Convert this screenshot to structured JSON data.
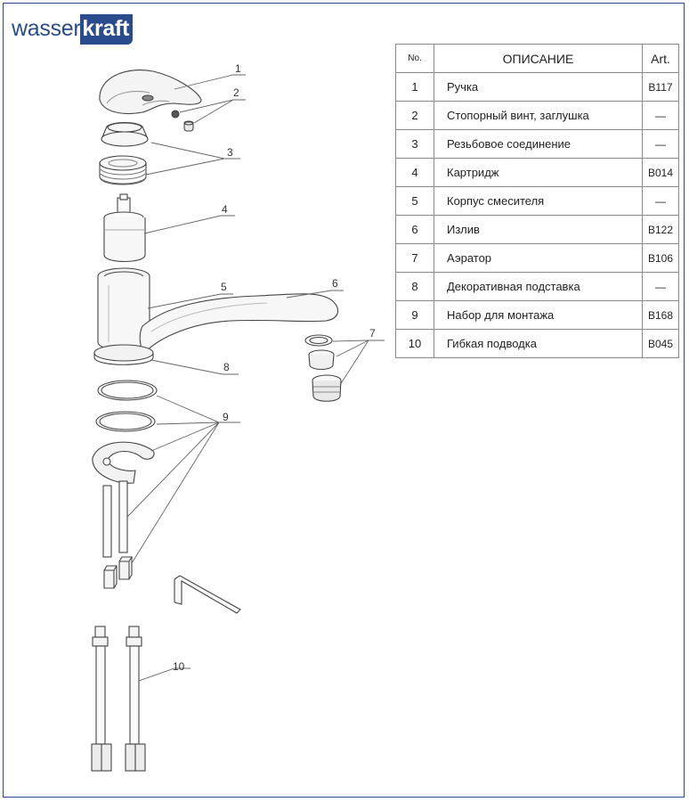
{
  "brand": {
    "part1": "wasser",
    "part2": "kraft"
  },
  "table": {
    "headers": {
      "no": "No.",
      "description": "ОПИСАНИЕ",
      "art": "Art."
    },
    "rows": [
      {
        "no": "1",
        "description": "Ручка",
        "art": "B117"
      },
      {
        "no": "2",
        "description": "Стопорный винт, заглушка",
        "art": "—"
      },
      {
        "no": "3",
        "description": "Резьбовое соединение",
        "art": "—"
      },
      {
        "no": "4",
        "description": "Картридж",
        "art": "B014"
      },
      {
        "no": "5",
        "description": "Корпус смесителя",
        "art": "—"
      },
      {
        "no": "6",
        "description": "Излив",
        "art": "B122"
      },
      {
        "no": "7",
        "description": "Аэратор",
        "art": "B106"
      },
      {
        "no": "8",
        "description": "Декоративная подставка",
        "art": "—"
      },
      {
        "no": "9",
        "description": "Набор для монтажа",
        "art": "B168"
      },
      {
        "no": "10",
        "description": "Гибкая подводка",
        "art": "B045"
      }
    ]
  },
  "callouts": [
    "1",
    "2",
    "3",
    "4",
    "5",
    "6",
    "7",
    "8",
    "9",
    "10"
  ],
  "colors": {
    "brand": "#2a4c8c",
    "frame": "#2c4a86",
    "lines": "#555555"
  }
}
